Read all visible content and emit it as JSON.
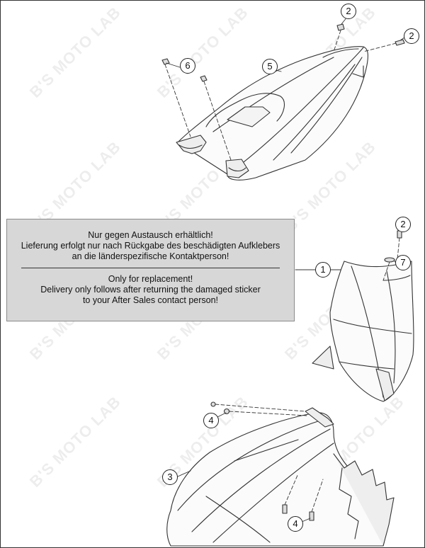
{
  "notice": {
    "german": [
      "Nur gegen Austausch erhältlich!",
      "Lieferung erfolgt nur nach Rückgabe des beschädigten Aufklebers",
      "an die länderspezifische Kontaktperson!"
    ],
    "english": [
      "Only for replacement!",
      "Delivery only follows after returning the damaged sticker",
      "to your After Sales contact person!"
    ]
  },
  "callouts": {
    "c1": "1",
    "c2a": "2",
    "c2b": "2",
    "c2c": "2",
    "c3": "3",
    "c4a": "4",
    "c4b": "4",
    "c5": "5",
    "c6": "6",
    "c7": "7"
  },
  "watermark": "B'S MOTO LAB"
}
